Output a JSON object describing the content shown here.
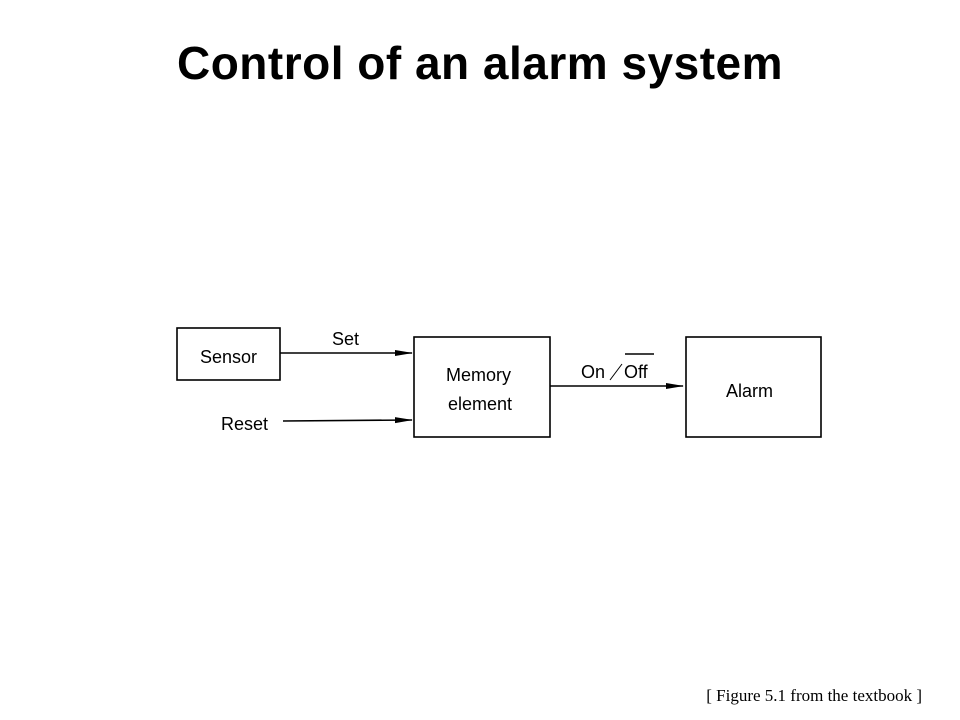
{
  "title": "Control of an alarm system",
  "caption": "[ Figure 5.1 from the textbook ]",
  "diagram": {
    "sensor_label": "Sensor",
    "reset_label": "Reset",
    "set_label": "Set",
    "memory_label_line1": "Memory",
    "memory_label_line2": "element",
    "output_on": "On",
    "output_off": "Off",
    "alarm_label": "Alarm"
  }
}
